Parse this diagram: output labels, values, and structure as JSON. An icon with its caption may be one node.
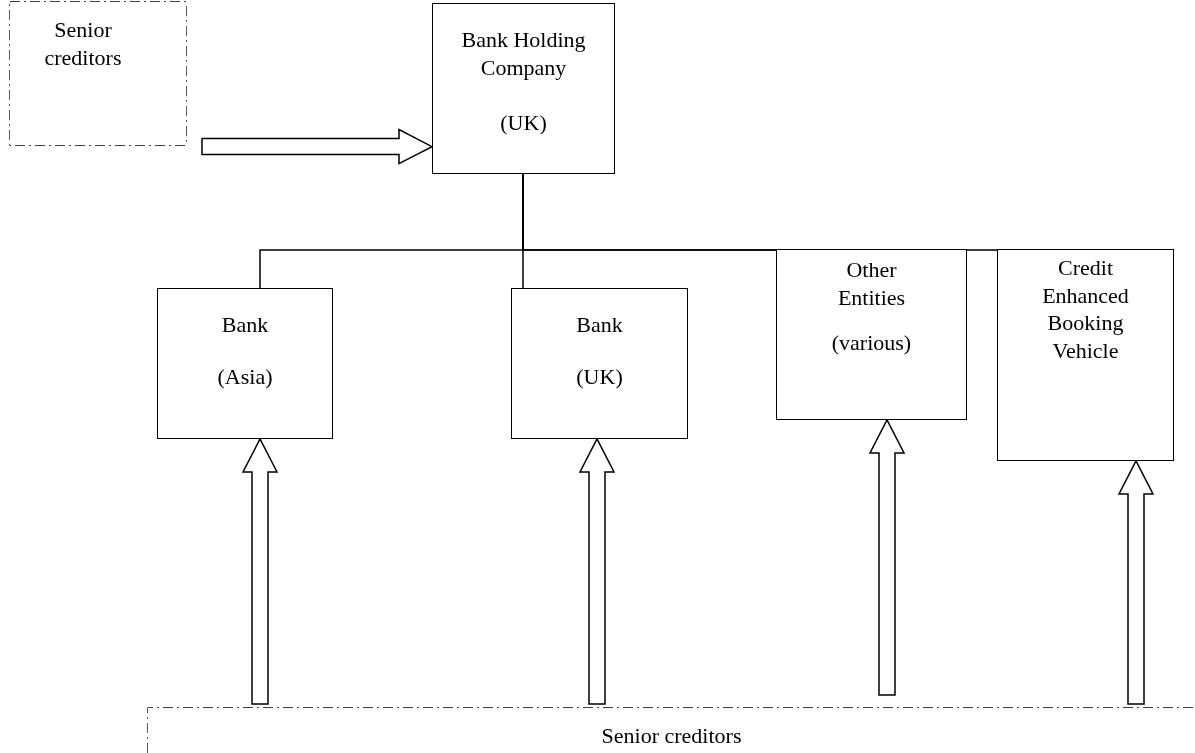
{
  "diagram": {
    "nodes": [
      {
        "text": [
          "Senior creditors"
        ]
      },
      {
        "text": [
          "Bank Holding Company",
          "(UK)"
        ]
      },
      {
        "text": [
          "Bank",
          "(Asia)"
        ]
      },
      {
        "text": [
          "Bank",
          "(UK)"
        ]
      },
      {
        "text": [
          "Other Entities",
          "(various)"
        ]
      },
      {
        "text": [
          "Credit Enhanced Booking Vehicle"
        ]
      },
      {
        "text": [
          "Senior creditors"
        ]
      }
    ],
    "edges": [
      {
        "from": 0,
        "to": 1,
        "arrow": "to",
        "style": "thick"
      },
      {
        "from": 1,
        "to": 2,
        "arrow": "none"
      },
      {
        "from": 1,
        "to": 3,
        "arrow": "none"
      },
      {
        "from": 1,
        "to": 4,
        "arrow": "none"
      },
      {
        "from": 1,
        "to": 5,
        "arrow": "none"
      },
      {
        "from": 6,
        "to": 2,
        "arrow": "to",
        "style": "thick"
      },
      {
        "from": 6,
        "to": 3,
        "arrow": "to",
        "style": "thick"
      },
      {
        "from": 6,
        "to": 4,
        "arrow": "to",
        "style": "thick"
      },
      {
        "from": 6,
        "to": 5,
        "arrow": "to",
        "style": "thick"
      }
    ]
  }
}
